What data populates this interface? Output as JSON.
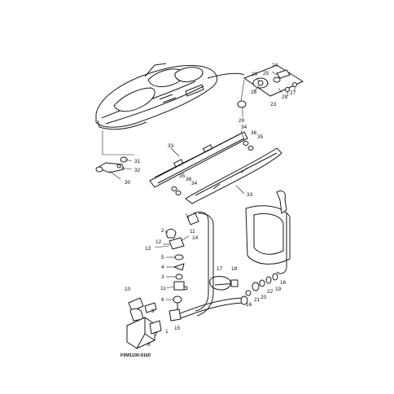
{
  "figure_code": "F0M1100-9160",
  "callouts": [
    {
      "id": "c1",
      "text": "1"
    },
    {
      "id": "c2",
      "text": "2"
    },
    {
      "id": "c3",
      "text": "3"
    },
    {
      "id": "c4",
      "text": "4"
    },
    {
      "id": "c5",
      "text": "5"
    },
    {
      "id": "c6",
      "text": "6"
    },
    {
      "id": "c7",
      "text": "7"
    },
    {
      "id": "c8",
      "text": "8"
    },
    {
      "id": "c9",
      "text": "9"
    },
    {
      "id": "c10",
      "text": "10"
    },
    {
      "id": "c11a",
      "text": "11"
    },
    {
      "id": "c11b",
      "text": "11"
    },
    {
      "id": "c12",
      "text": "12"
    },
    {
      "id": "c13",
      "text": "13"
    },
    {
      "id": "c14",
      "text": "14"
    },
    {
      "id": "c15",
      "text": "15"
    },
    {
      "id": "c16a",
      "text": "16"
    },
    {
      "id": "c16b",
      "text": "16"
    },
    {
      "id": "c17",
      "text": "17"
    },
    {
      "id": "c18",
      "text": "18"
    },
    {
      "id": "c19",
      "text": "19"
    },
    {
      "id": "c20",
      "text": "20"
    },
    {
      "id": "c21",
      "text": "21"
    },
    {
      "id": "c22",
      "text": "22"
    },
    {
      "id": "c23",
      "text": "23"
    },
    {
      "id": "c24",
      "text": "24"
    },
    {
      "id": "c25",
      "text": "25"
    },
    {
      "id": "c26",
      "text": "26"
    },
    {
      "id": "c27",
      "text": "27"
    },
    {
      "id": "c28a",
      "text": "28"
    },
    {
      "id": "c28b",
      "text": "28"
    },
    {
      "id": "c29",
      "text": "29"
    },
    {
      "id": "c30",
      "text": "30"
    },
    {
      "id": "c31",
      "text": "31"
    },
    {
      "id": "c32",
      "text": "32"
    },
    {
      "id": "c33a",
      "text": "33"
    },
    {
      "id": "c33b",
      "text": "33"
    },
    {
      "id": "c34a",
      "text": "34"
    },
    {
      "id": "c34b",
      "text": "34"
    },
    {
      "id": "c35a",
      "text": "35"
    },
    {
      "id": "c35b",
      "text": "35"
    },
    {
      "id": "c36a",
      "text": "36"
    },
    {
      "id": "c36b",
      "text": "36"
    }
  ]
}
